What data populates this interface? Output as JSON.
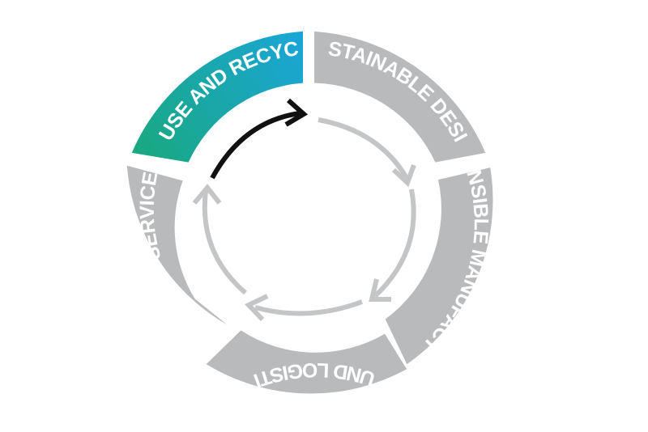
{
  "diagram": {
    "segments": [
      {
        "id": "reuse",
        "label": "REUSE AND RECYCLE",
        "active": true
      },
      {
        "id": "design",
        "label": "SUSTAINABLE DESIGN",
        "active": false
      },
      {
        "id": "manufact",
        "label": "RESPONSIBLE MANUFACTURING",
        "active": false
      },
      {
        "id": "logistics",
        "label": "SOUND LOGISTICS",
        "active": false
      },
      {
        "id": "services",
        "label": "SMART SERVICES",
        "active": false
      }
    ]
  },
  "colors": {
    "segment_inactive": "#b9babc",
    "active_gradient_start": "#19a87e",
    "active_gradient_end": "#1aa6d4",
    "arrow_active": "#111111",
    "arrow_inactive": "#c4c5c7",
    "label": "#ffffff"
  }
}
